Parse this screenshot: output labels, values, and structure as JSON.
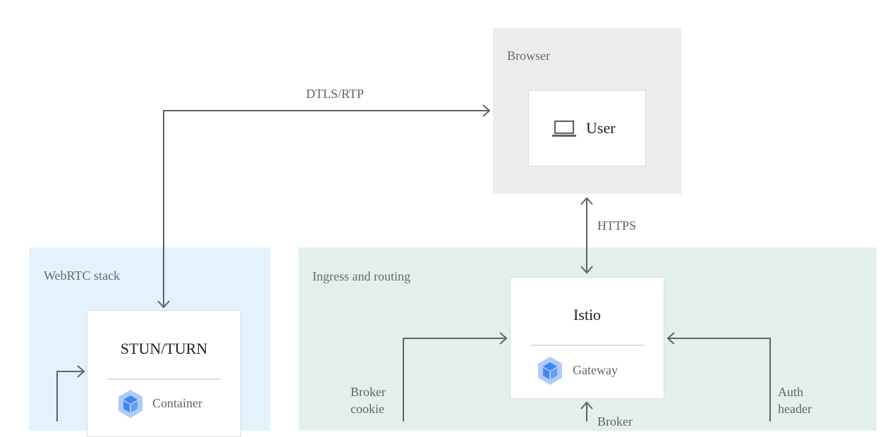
{
  "colors": {
    "browser_bg": "#ececed",
    "webrtc_bg": "#e3f2fb",
    "ingress_bg": "#e3f0ea",
    "card_border": "#dadce0",
    "line": "#5f6368",
    "hex_light": "#aecbfa",
    "hex_dark": "#4285f4"
  },
  "browser": {
    "label": "Browser",
    "user_card": {
      "label": "User",
      "icon": "laptop-icon"
    }
  },
  "webrtc": {
    "label": "WebRTC stack",
    "stun_card": {
      "title": "STUN/TURN",
      "sub_label": "Container",
      "icon": "kubernetes-container-icon"
    }
  },
  "ingress": {
    "label": "Ingress and routing",
    "istio_card": {
      "title": "Istio",
      "sub_label": "Gateway",
      "icon": "kubernetes-gateway-icon"
    }
  },
  "edges": {
    "dtls": "DTLS/RTP",
    "https": "HTTPS",
    "broker_cookie": [
      "Broker",
      "cookie"
    ],
    "auth_header": [
      "Auth",
      "header"
    ],
    "broker_partial": "Broker"
  }
}
